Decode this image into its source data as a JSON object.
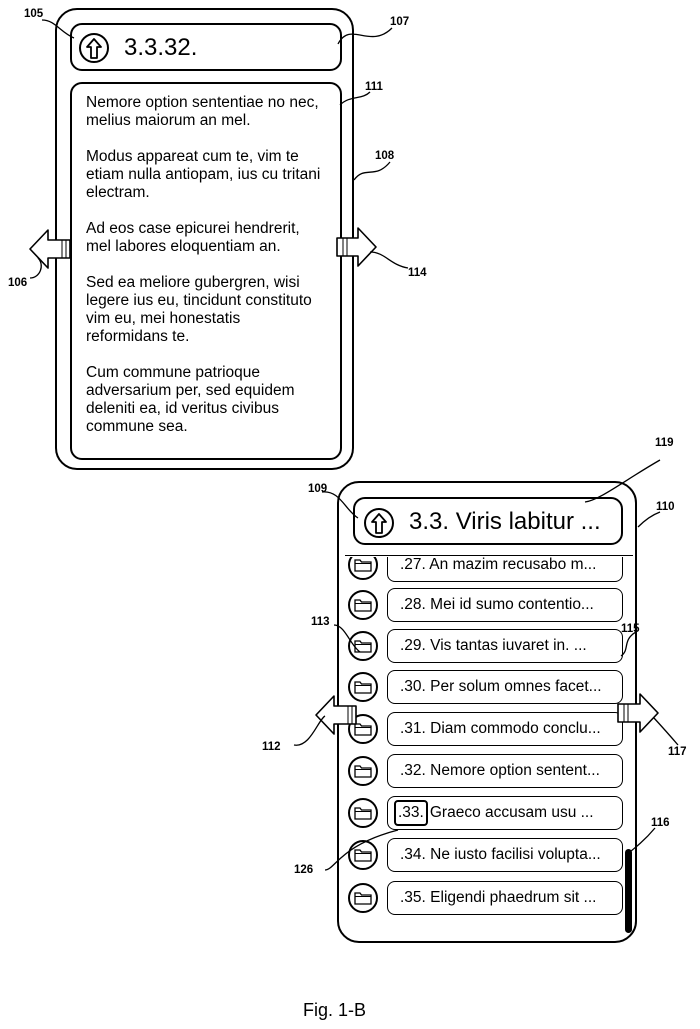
{
  "top_screen": {
    "title": "3.3.32.",
    "paragraphs": [
      "Nemore option sententiae no nec, melius maiorum an mel.",
      "Modus appareat cum te, vim te etiam nulla antiopam, ius cu tritani electram.",
      "Ad eos case epicurei hendrerit, mel labores eloquentiam an.",
      "Sed ea meliore gubergren, wisi legere ius eu, tincidunt constituto vim eu, mei honestatis reformidans te.",
      "Cum commune patrioque adversarium per, sed equidem deleniti ea, id veritus civibus commune sea."
    ]
  },
  "bottom_screen": {
    "title": "3.3. Viris labitur ...",
    "items": [
      {
        "number": ".27.",
        "text": " An mazim recusabo m..."
      },
      {
        "number": ".28.",
        "text": " Mei id sumo contentio..."
      },
      {
        "number": ".29.",
        "text": " Vis tantas iuvaret in. ..."
      },
      {
        "number": ".30.",
        "text": " Per solum omnes facet..."
      },
      {
        "number": ".31.",
        "text": " Diam commodo conclu..."
      },
      {
        "number": ".32.",
        "text": " Nemore option sentent..."
      },
      {
        "number": ".33.",
        "text": "Graeco accusam usu ..."
      },
      {
        "number": ".34.",
        "text": " Ne iusto facilisi volupta..."
      },
      {
        "number": ".35.",
        "text": " Eligendi phaedrum sit ..."
      }
    ]
  },
  "reference_numerals": {
    "r105": "105",
    "r106": "106",
    "r107": "107",
    "r108": "108",
    "r109": "109",
    "r110": "110",
    "r111": "111",
    "r112": "112",
    "r113": "113",
    "r114": "114",
    "r115": "115",
    "r116": "116",
    "r117": "117",
    "r119": "119",
    "r126": "126"
  },
  "caption": "Fig. 1-B",
  "icons": [
    "up-arrow-icon",
    "folder-icon",
    "left-arrow-icon",
    "right-arrow-icon"
  ]
}
